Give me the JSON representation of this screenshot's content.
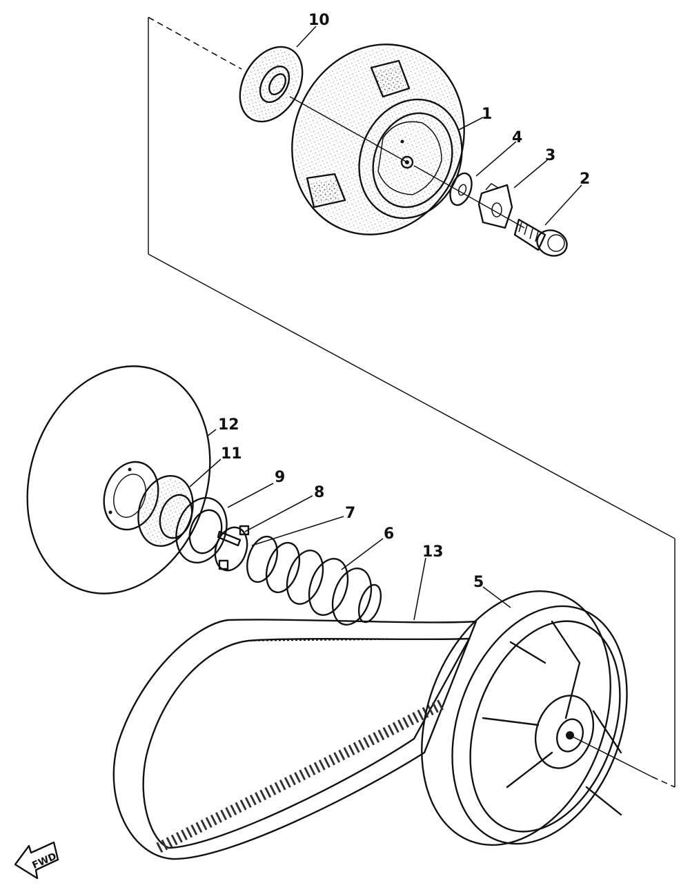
{
  "callouts": [
    {
      "id": "1",
      "label": "1"
    },
    {
      "id": "2",
      "label": "2"
    },
    {
      "id": "3",
      "label": "3"
    },
    {
      "id": "4",
      "label": "4"
    },
    {
      "id": "5",
      "label": "5"
    },
    {
      "id": "6",
      "label": "6"
    },
    {
      "id": "7",
      "label": "7"
    },
    {
      "id": "8",
      "label": "8"
    },
    {
      "id": "9",
      "label": "9"
    },
    {
      "id": "10",
      "label": "10"
    },
    {
      "id": "11",
      "label": "11"
    },
    {
      "id": "12",
      "label": "12"
    },
    {
      "id": "13",
      "label": "13"
    }
  ],
  "fwd_marker": {
    "label": "FWD"
  },
  "colors": {
    "ink": "#111111",
    "paper": "#ffffff"
  }
}
